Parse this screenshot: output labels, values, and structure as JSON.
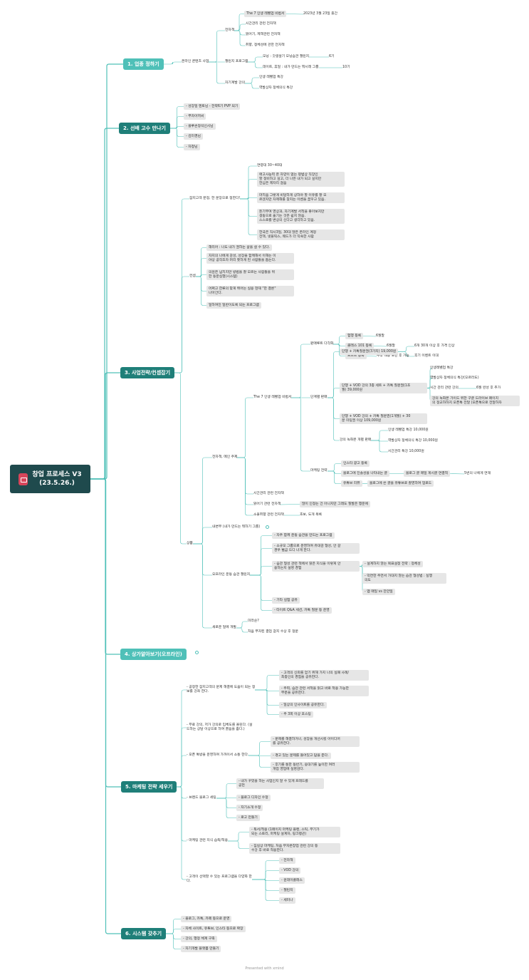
{
  "root": {
    "title": "창업 프로세스 V3",
    "date": "(23.5.26.)"
  },
  "sections": {
    "s1": {
      "label": "1. 업종 정하기",
      "online": "온라인 콘텐츠 사업",
      "ebook": "전자책",
      "book_title": "The 7 인생 레벨업 비법서",
      "book_date": "2023년 3월 23일 출간",
      "time_ebook": "시간관리 관련 전자책",
      "reading_ebook": "읽어기, 제책관련 전자책",
      "hobby_ebook": "취향, 정체성에 관한 전자책",
      "challenge": "챌린지 프로그램",
      "morning": "모닝 : 갓생살기 모닝습관 챌린지",
      "morning_gen": "6기",
      "night": "데이트, 휴일 : 내가 만드는 뭐시레 그룹",
      "night_gen": "10기",
      "lecture": "자기계발 강의",
      "lecture1": "인생 레벨업 특강",
      "lecture2": "역발상자 정체의식 특강"
    },
    "s2": {
      "label": "2.  선배 고수 만나기",
      "items": [
        "- 성장일 멘토님 - 전략6기 PVP 되기",
        "- 부자아저씨",
        "- 블루손정석신시님",
        "- 김미경님",
        "- 자청님"
      ]
    },
    "s3": {
      "label": "3. 사업전략/컨셉잡기",
      "target": "잠지고객 분정, 한 문장으로 정한다!",
      "t1": "연령대 30~40대",
      "t2": "애고사능력 온 자양이 없는 평범상 직장인\n할 정비하고 싶고, 더 나은 내가 되고 싶지만\n한심은 제자리 걸음",
      "t3": "마치음 그렇게 비담하게 상하야 할 이유를 잘 모\n르겠지만 자제해를 찾지는 이벤을 꿈꾸고 있음.",
      "t4": "돈기부여 영상과, 자기계발 서적을 좋아보지만\n생동으로 옮기는 것은 쉽지 않음.\n스스로를 변상의 신다고 생각하고 있음.",
      "t5": "한국은 직시3일, 30대 많은 온라인 계정\n전책, 넷플릭스, 웨드가 더 익숙한 사람",
      "concept": "컨셉",
      "c1": "해리어 : 나도 내가 권하는 삶을 살 수 있다.",
      "c2": "자지의 나에게 감성, 성장을 함께해서 이해는 이\n야상 공작조자 머리 뜻하게 된 사람들을 돕는다.",
      "c3": "의원은 넘치지만 방법을 잘 모르는 사람들을 위\n한 동운실행(시스템)",
      "c4": "어쩌고 한류의 맞게 뛰어는 실용 현재 \"한 결론\"\n나아간다.",
      "c5": "일하여진 일반이도록 되는 프로그램",
      "product": "상품",
      "ebook_group": "전자책, 메인 주제",
      "seven": "The 7 인생 레벨업 비법서",
      "platform": "판매루트 다각화",
      "p1": "험행 등록",
      "p1m": "6월말",
      "p2": "클래스 101 등록",
      "p2m": "6월말",
      "p3": "프드트 등록",
      "p3m": "추후 내용 보완 후 가능",
      "pricing": "단계별 판매",
      "price1": "단행 + 카톡질문권(3가지) 19,000원",
      "price1a": "6개 30개 이상 후 가격 인상",
      "price1b": "후기 이벤트 이대",
      "price2": "단행 + VOD 강의 3종 세트 + 카톡 질문권(1초\n월) 39,000원",
      "price2a": "인생레벨업 특강",
      "price2b": "역발상자 정체의식 특강(모르라도)",
      "price2c": "시간 관리 관련 강의",
      "price2c_note": "6월 완성 후 추가",
      "price2d": "강의 녹화본 가이드 위한 구글 드라이브 페이지\n의 정교하하지 오픈톡 전달 (오픈톡으로 전달하자",
      "price3": "단행 + VOD 강의 + 카톡 질문권(1개월) + 30\n분 미팅권 이상 109,000원",
      "record": "강의 녹화본 개별 판매",
      "r1": "인생 레벨업 특강 10,000원",
      "r2": "역발상자 정체의식 특강 10,000원",
      "r3": "시간관리 특강 10,000원",
      "marketing": "마케팅 전략",
      "m1": "인스타 광고 등록",
      "m2": "블로그에 진솔성을 나타내는 글",
      "m2a": "블로그 글 매일 게시글 연결적",
      "m2b": "5번의 나에게 연재",
      "m3": "유튜브 리뷰",
      "m3a": "블로그에 쓴 글을 유튜브로 촬영하여 업로드",
      "time_ebook": "시간관리 관련 전자책",
      "read_ebook": "읽어기 관련 전자책",
      "read_note": "많이 인정는 건 아니지만 그래도 질발은 행운에",
      "pref_ebook": "소울취향 관련 전자책",
      "pref_note": "호보, 도개 목록",
      "content": "내변부 (내가 만드는 뭐하기 그룹)",
      "offline": "오프라인 운동 습관 챌린지",
      "o1": "- 자주 함께 운동 습관을 만드는 프로그램",
      "o2": "- 소규모 그룹으로 운영하여 유대감 형성, 안 갈\n경우 벌금 드디 너게 한다.",
      "o3": "- 습관 형성 관련 책에서 읽은 지식을 이렇게 안\n용하는지 설명 경험",
      "o3a": "- 설계하지 않는 목표설정 전략 : 정체성",
      "o3b": "- 막연한 주면서 가대지 않는 습관 형성법 : 실행\n의도",
      "o3c": "- 앱 매일 vs 잔만일",
      "o4": "- 기타 실험 공유",
      "o5": "- 타이트 Q&A 세션, 카톡 질문 등 운영",
      "newprog": "새로운 일에 개발",
      "n1": "미라순?",
      "n2": "처음 부자된 결업 갈지 수상 후 정문"
    },
    "s4": {
      "label": "4. 상가알아보기(오프라인)"
    },
    "s5": {
      "label": "5. 마케팅 전략 세우기",
      "a": "- 공정한 잠지고객의 문제 해결에 도움이 되는 정\n보를 강좌 한다.",
      "a1": "- 고객의 신뢰를 얻기 위해 가지 나의 실패 사례/\n최종인의 경험을 공유한다.",
      "a2": "- 주력, 습관 관련 서적을 읽고 바로 적용 가능한\n부분을 공유한다.",
      "a3": "- 일상의 인사이트를 공유한다.",
      "a4": "- 주 3회 이상 포스팅",
      "b": "- 무료 강의, 저가 강의로 입체도를 올린다. (설\n드하는 상담 이상으로 하여 끌음을 줌다.)",
      "c": "- 오픈 톡방을 운영하여 가까이서 소통 한다.",
      "c1": "- 문제를 해결하거나, 성장을 개선시킬 아이디어\n를 공유한다.",
      "c2": "- 겪고 있는 문제를 들어있고 답을 준다.",
      "c3": "- 후기를 통한 동반기, 응대기를 높이한 여러\n개업 영업에 실명감다.",
      "d": "- 브랜드 블로그 세팅",
      "d1": "- 내가 꾸었을 하는 사업인지 알 수 있게 프레드를\n공헌",
      "d2": "- 블로그 디자인 수정",
      "d3": "- 자기소개 수정",
      "d4": "- 로고 만들기",
      "e": "- 마케팅 관련 지식 습득/적용",
      "e1": "- 독서/적용 (1페이지 마케팅 플랜, 스틱, 무기가\n되는 스토리, 마케팅 설계자, 핑크펭귄)",
      "e2": "- 짐실상 마케팅, 처음 무자본창업 관련 강의 등\n수강 후 바로 적용한다.",
      "f": "- 고객이 선택할 수 있는 프로그램을 다양화 한\n다.",
      "f1": "- 전자책",
      "f2": "- VOD 강의",
      "f3": "- 원데이클래스",
      "f4": "- 챌린지",
      "f5": "- 세미나"
    },
    "s6": {
      "label": "6. 시스템 갖추기",
      "items": [
        "- 블로그, 카톡, 카페 등으로 운영",
        "- 자체 사이트, 유튜브, 인스타 등으로 확장",
        "- 강의, 행정 체계 구축",
        "- 자기개발 플랫폼 만들기"
      ]
    }
  },
  "footer": "Presented with xmind",
  "colors": {
    "section": "#4fc0b8",
    "section_dark": "#1f7f79",
    "root": "#1f4a4d",
    "leaf": "#e6e6e6",
    "line": "#4fc0b8"
  }
}
